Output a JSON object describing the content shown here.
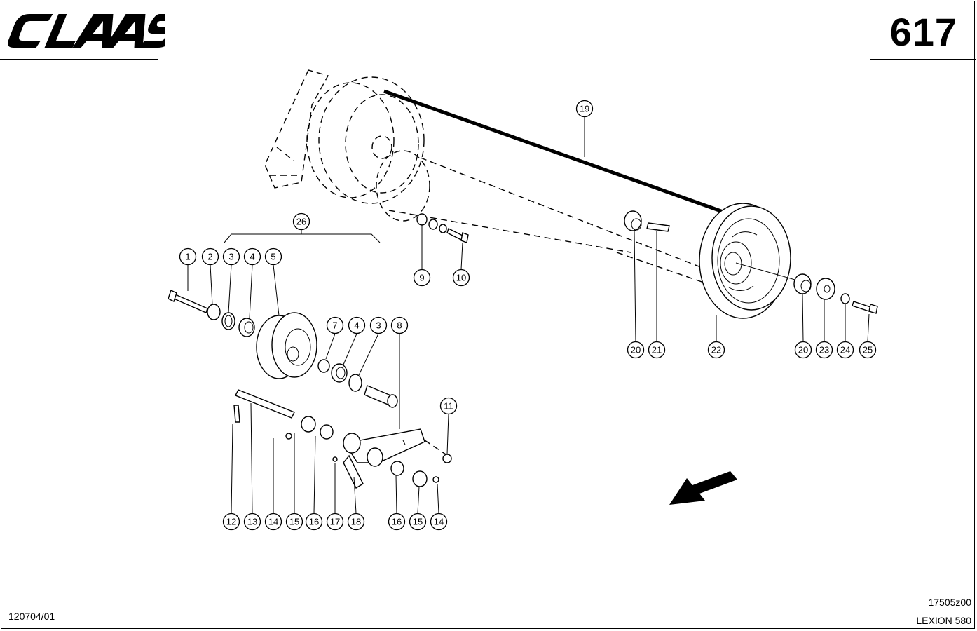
{
  "header": {
    "brand": "CLAAS",
    "page_number": "617"
  },
  "footer": {
    "doc_number": "120704/01",
    "drawing_number": "17505z00",
    "model": "LEXION 580"
  },
  "callouts": [
    {
      "id": "c1",
      "label": "1"
    },
    {
      "id": "c2",
      "label": "2"
    },
    {
      "id": "c3a",
      "label": "3"
    },
    {
      "id": "c4a",
      "label": "4"
    },
    {
      "id": "c5",
      "label": "5"
    },
    {
      "id": "c7",
      "label": "7"
    },
    {
      "id": "c4b",
      "label": "4"
    },
    {
      "id": "c3b",
      "label": "3"
    },
    {
      "id": "c8",
      "label": "8"
    },
    {
      "id": "c9",
      "label": "9"
    },
    {
      "id": "c10",
      "label": "10"
    },
    {
      "id": "c11",
      "label": "11"
    },
    {
      "id": "c12",
      "label": "12"
    },
    {
      "id": "c13",
      "label": "13"
    },
    {
      "id": "c14a",
      "label": "14"
    },
    {
      "id": "c15a",
      "label": "15"
    },
    {
      "id": "c16a",
      "label": "16"
    },
    {
      "id": "c17",
      "label": "17"
    },
    {
      "id": "c18",
      "label": "18"
    },
    {
      "id": "c16b",
      "label": "16"
    },
    {
      "id": "c15b",
      "label": "15"
    },
    {
      "id": "c14b",
      "label": "14"
    },
    {
      "id": "c19",
      "label": "19"
    },
    {
      "id": "c20a",
      "label": "20"
    },
    {
      "id": "c21",
      "label": "21"
    },
    {
      "id": "c22",
      "label": "22"
    },
    {
      "id": "c20b",
      "label": "20"
    },
    {
      "id": "c23",
      "label": "23"
    },
    {
      "id": "c24",
      "label": "24"
    },
    {
      "id": "c25",
      "label": "25"
    },
    {
      "id": "c26",
      "label": "26"
    }
  ]
}
